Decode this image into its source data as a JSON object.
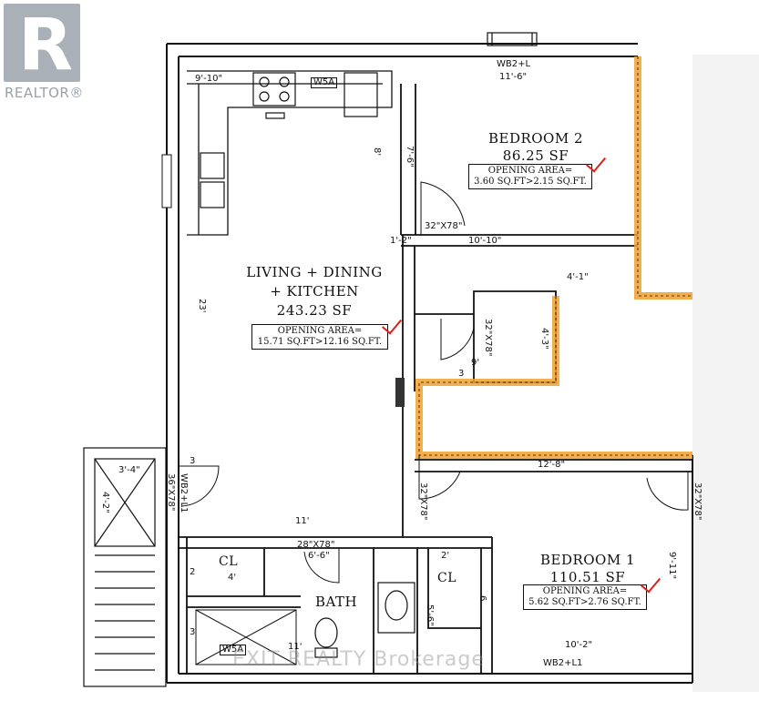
{
  "watermark": {
    "brand": "REALTOR",
    "brand_mark": "®",
    "brokerage": "EXIT REALTY Brokerage"
  },
  "rooms": {
    "living": {
      "line1": "LIVING + DINING",
      "line2": "+ KITCHEN",
      "area": "243.23 SF",
      "opening_line1": "OPENING AREA=",
      "opening_line2": "15.71 SQ.FT>12.16 SQ.FT."
    },
    "bedroom2": {
      "name": "BEDROOM  2",
      "area": "86.25 SF",
      "opening_line1": "OPENING AREA=",
      "opening_line2": "3.60 SQ.FT>2.15 SQ.FT."
    },
    "bedroom1": {
      "name": "BEDROOM  1",
      "area": "110.51 SF",
      "opening_line1": "OPENING AREA=",
      "opening_line2": "5.62 SQ.FT>2.76 SQ.FT."
    },
    "bath": {
      "name": "BATH"
    },
    "closet_left": {
      "name": "CL"
    },
    "closet_right": {
      "name": "CL"
    }
  },
  "labels": {
    "window_w5a_top": "W5A",
    "window_w5a_bottom": "W5A",
    "window_wb2_top": "WB2+L",
    "window_wb2_bottom": "WB2+L1",
    "window_wb2_entry": "WB2+L1",
    "door_bed2": "32\"X78\"",
    "door_hall": "32\"X78\"",
    "door_bed1_left": "32\"X78\"",
    "door_bed1_right": "32\"X78\"",
    "door_bath": "28\"X78\"",
    "door_entry": "36\"X78\"",
    "checkmark_color": "#d6231c",
    "accent_outline_color": "#f0a030"
  },
  "dimensions": {
    "kitchen_width": "9'-10\"",
    "bed2_top": "11'-6\"",
    "kitchen_depth": "8'",
    "bed2_closet_depth": "7'-6\"",
    "bed2_wall_offset": "1'-2\"",
    "bed2_width": "10'-10\"",
    "living_depth": "23'",
    "hall_width": "4'-1\"",
    "hall_depth": "4'-3\"",
    "hall_small_a": "9'",
    "hall_small_b": "3",
    "bed1_width_top": "12'-8\"",
    "entry_width": "3'-4\"",
    "entry_depth": "4'-2\"",
    "entry_step": "3",
    "living_width": "11'",
    "bath_width": "6'-6\"",
    "closet_left_width": "4'",
    "closet_left_depth": "2",
    "bath_left_depth": "3",
    "bath_bottom": "11'",
    "closet_right_width": "2'",
    "closet_right_depth": "5'-6\"",
    "closet_right_depth_b": "6",
    "bed1_depth": "9'-11\"",
    "bed1_width_bottom": "10'-2\""
  }
}
